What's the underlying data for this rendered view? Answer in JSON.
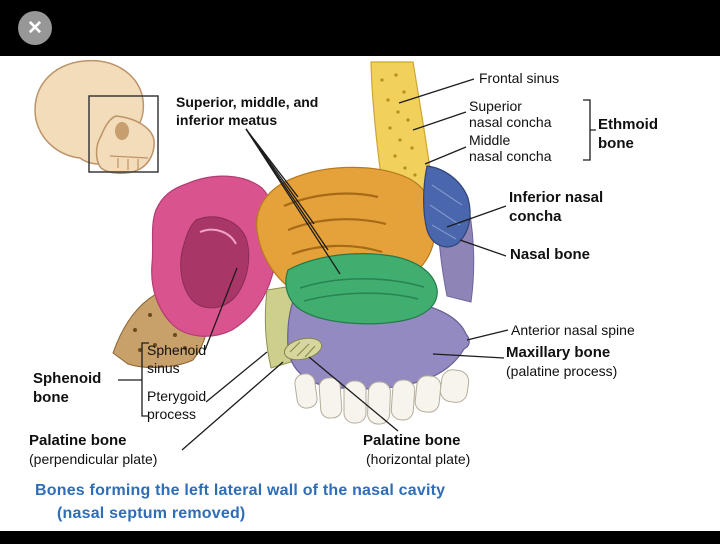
{
  "viewer": {
    "close_glyph": "✕"
  },
  "colors": {
    "background": "#ffffff",
    "letterbox": "#000000",
    "caption_text": "#2e6db7",
    "frontal_bone": "#f2d05c",
    "ethmoid_bone": "#e6a23a",
    "nasal_bone": "#4a67ad",
    "sphenoid_bone": "#d9548e",
    "sphenoid_sinus": "#a83767",
    "inferior_concha": "#3fae6e",
    "maxillary_bone": "#948ac2",
    "maxilla_frontal_process": "#8e85b6",
    "palatine_bone": "#cdcf8d",
    "palatine_patch": "#d6d79c",
    "lacrimal_area": "#c8a06a",
    "teeth": "#f6f4ec",
    "skull_thumbnail": "#f2dcba"
  },
  "labels": {
    "frontal_sinus": "Frontal sinus",
    "meatus": {
      "line1": "Superior, middle, and",
      "line2": "inferior meatus"
    },
    "superior_concha": {
      "line1": "Superior",
      "line2": "nasal concha"
    },
    "middle_concha": {
      "line1": "Middle",
      "line2": "nasal concha"
    },
    "ethmoid": {
      "line1": "Ethmoid",
      "line2": "bone"
    },
    "inferior_concha": {
      "line1": "Inferior nasal",
      "line2": "concha"
    },
    "nasal_bone": "Nasal bone",
    "anterior_nasal_spine": "Anterior nasal spine",
    "maxillary": {
      "line1": "Maxillary bone",
      "line2": "(palatine process)"
    },
    "sphenoid_sinus": {
      "line1": "Sphenoid",
      "line2": "sinus"
    },
    "pterygoid": {
      "line1": "Pterygoid",
      "line2": "process"
    },
    "sphenoid_bone": {
      "line1": "Sphenoid",
      "line2": "bone"
    },
    "palatine_perpendicular": {
      "line1": "Palatine bone",
      "line2": "(perpendicular plate)"
    },
    "palatine_horizontal": {
      "line1": "Palatine bone",
      "line2": "(horizontal plate)"
    }
  },
  "caption": {
    "line1": "Bones forming the left lateral wall of the nasal cavity",
    "line2": "(nasal septum removed)"
  }
}
